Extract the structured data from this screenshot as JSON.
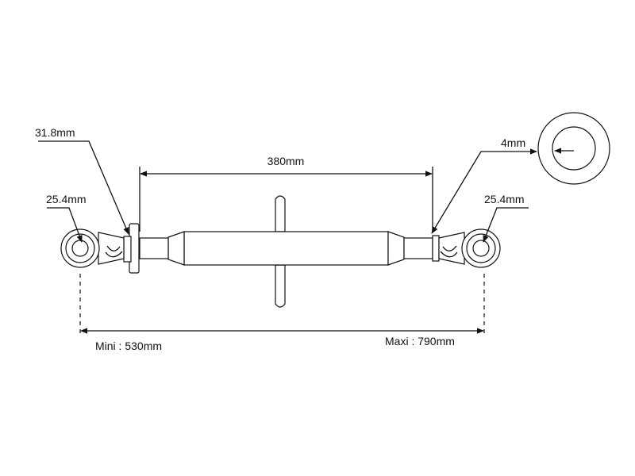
{
  "labels": {
    "pin_left": "25.4mm",
    "pin_right": "25.4mm",
    "thread": "31.8mm",
    "center_length": "380mm",
    "wall": "4mm",
    "min_length": "Mini : 530mm",
    "max_length": "Maxi : 790mm"
  },
  "colors": {
    "line": "#111111",
    "background": "#ffffff"
  }
}
